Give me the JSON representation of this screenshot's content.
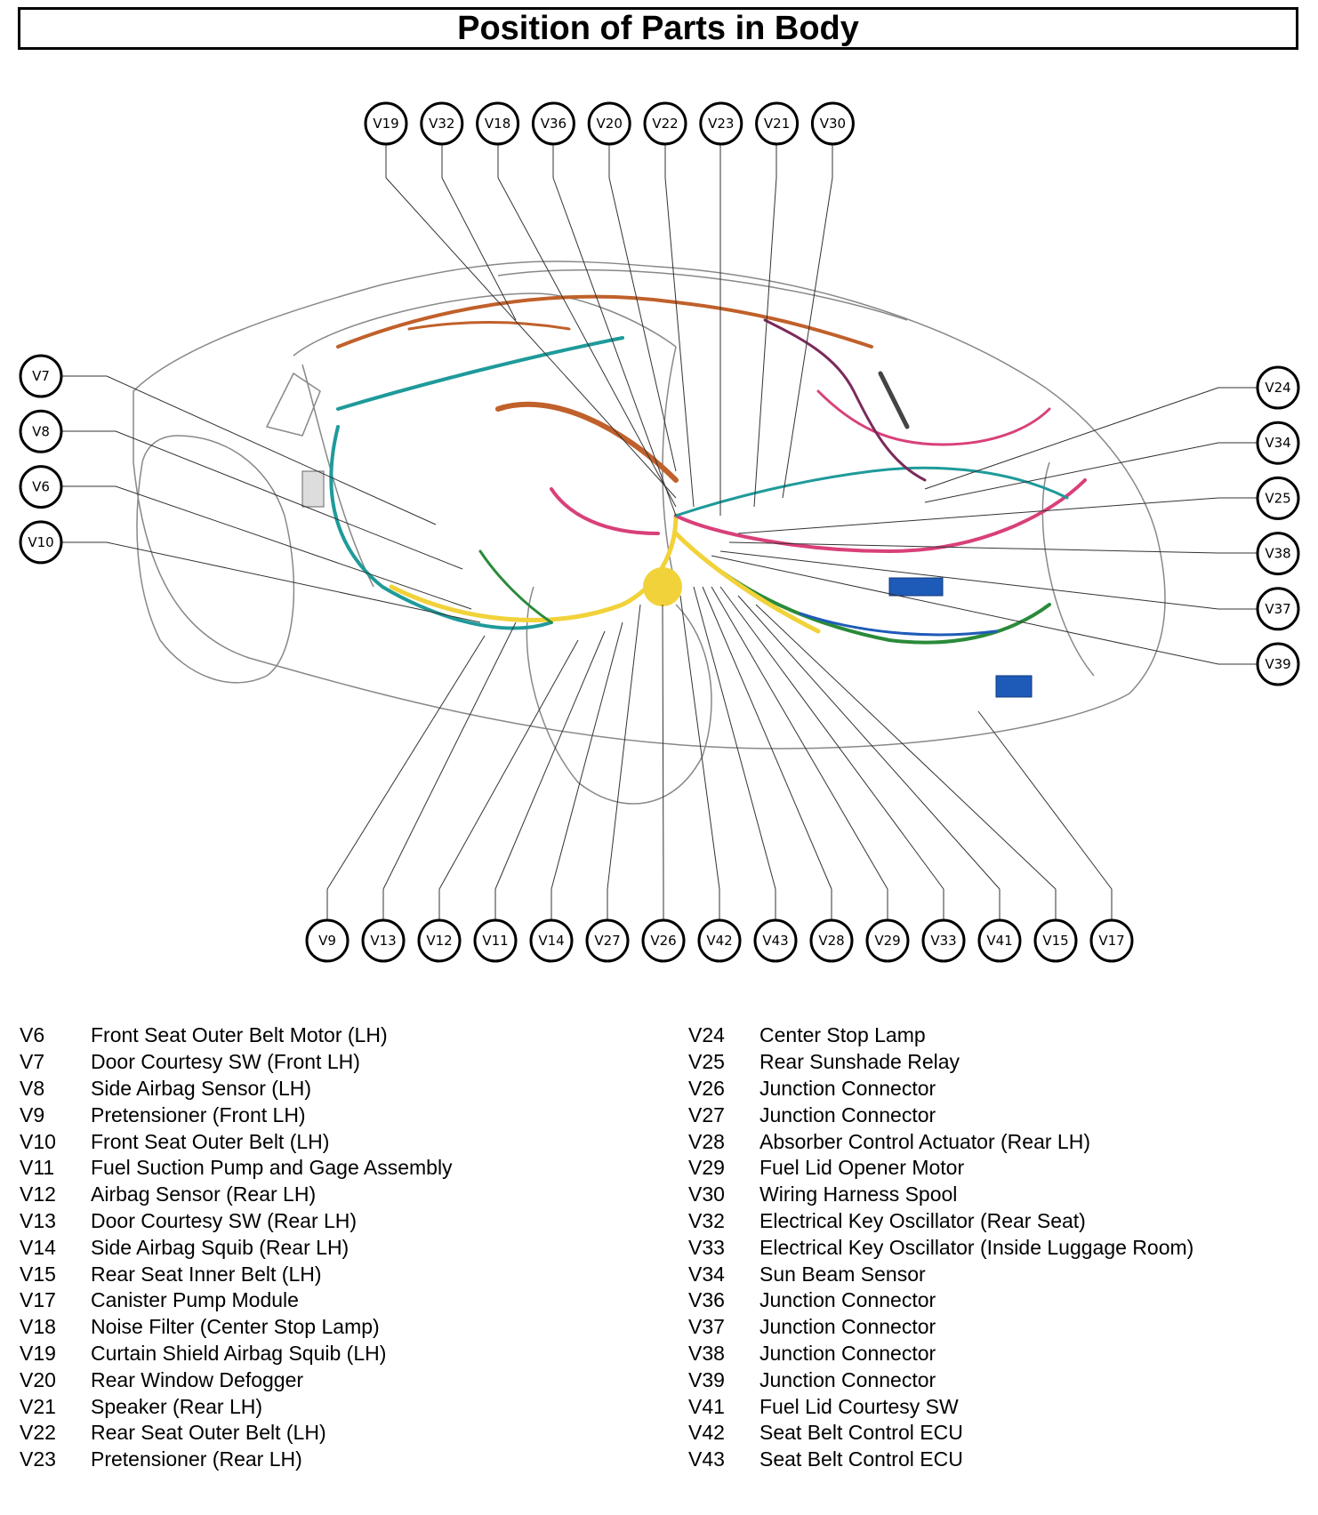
{
  "title": "Position of Parts in Body",
  "callouts": {
    "top": [
      "V19",
      "V32",
      "V18",
      "V36",
      "V20",
      "V22",
      "V23",
      "V21",
      "V30"
    ],
    "left": [
      "V7",
      "V8",
      "V6",
      "V10"
    ],
    "right": [
      "V24",
      "V34",
      "V25",
      "V38",
      "V37",
      "V39"
    ],
    "bottom": [
      "V9",
      "V13",
      "V12",
      "V11",
      "V14",
      "V27",
      "V26",
      "V42",
      "V43",
      "V28",
      "V29",
      "V33",
      "V41",
      "V15",
      "V17"
    ]
  },
  "wire_colors": [
    "#c0602a",
    "#1f9a9a",
    "#f2d23a",
    "#d9407a",
    "#1e5bb8",
    "#2a8a3a",
    "#7a2a5a",
    "#444444"
  ],
  "legend": {
    "left": [
      {
        "code": "V6",
        "name": "Front Seat Outer Belt Motor (LH)"
      },
      {
        "code": "V7",
        "name": "Door Courtesy SW (Front LH)"
      },
      {
        "code": "V8",
        "name": "Side Airbag Sensor (LH)"
      },
      {
        "code": "V9",
        "name": "Pretensioner (Front LH)"
      },
      {
        "code": "V10",
        "name": "Front Seat Outer Belt (LH)"
      },
      {
        "code": "V11",
        "name": "Fuel Suction Pump and Gage Assembly"
      },
      {
        "code": "V12",
        "name": "Airbag Sensor (Rear LH)"
      },
      {
        "code": "V13",
        "name": "Door Courtesy SW (Rear LH)"
      },
      {
        "code": "V14",
        "name": "Side Airbag Squib (Rear LH)"
      },
      {
        "code": "V15",
        "name": "Rear Seat Inner Belt (LH)"
      },
      {
        "code": "V17",
        "name": "Canister Pump Module"
      },
      {
        "code": "V18",
        "name": "Noise Filter (Center Stop Lamp)"
      },
      {
        "code": "V19",
        "name": "Curtain Shield Airbag Squib (LH)"
      },
      {
        "code": "V20",
        "name": "Rear Window Defogger"
      },
      {
        "code": "V21",
        "name": "Speaker (Rear LH)"
      },
      {
        "code": "V22",
        "name": "Rear Seat Outer Belt (LH)"
      },
      {
        "code": "V23",
        "name": "Pretensioner (Rear LH)"
      }
    ],
    "right": [
      {
        "code": "V24",
        "name": "Center Stop Lamp"
      },
      {
        "code": "V25",
        "name": "Rear Sunshade Relay"
      },
      {
        "code": "V26",
        "name": "Junction Connector"
      },
      {
        "code": "V27",
        "name": "Junction Connector"
      },
      {
        "code": "V28",
        "name": "Absorber Control Actuator (Rear LH)"
      },
      {
        "code": "V29",
        "name": "Fuel Lid Opener Motor"
      },
      {
        "code": "V30",
        "name": "Wiring Harness Spool"
      },
      {
        "code": "V32",
        "name": "Electrical Key Oscillator (Rear Seat)"
      },
      {
        "code": "V33",
        "name": "Electrical Key Oscillator (Inside Luggage Room)"
      },
      {
        "code": "V34",
        "name": "Sun Beam Sensor"
      },
      {
        "code": "V36",
        "name": "Junction Connector"
      },
      {
        "code": "V37",
        "name": "Junction Connector"
      },
      {
        "code": "V38",
        "name": "Junction Connector"
      },
      {
        "code": "V39",
        "name": "Junction Connector"
      },
      {
        "code": "V41",
        "name": "Fuel Lid Courtesy SW"
      },
      {
        "code": "V42",
        "name": "Seat Belt Control ECU"
      },
      {
        "code": "V43",
        "name": "Seat Belt Control ECU"
      }
    ]
  }
}
